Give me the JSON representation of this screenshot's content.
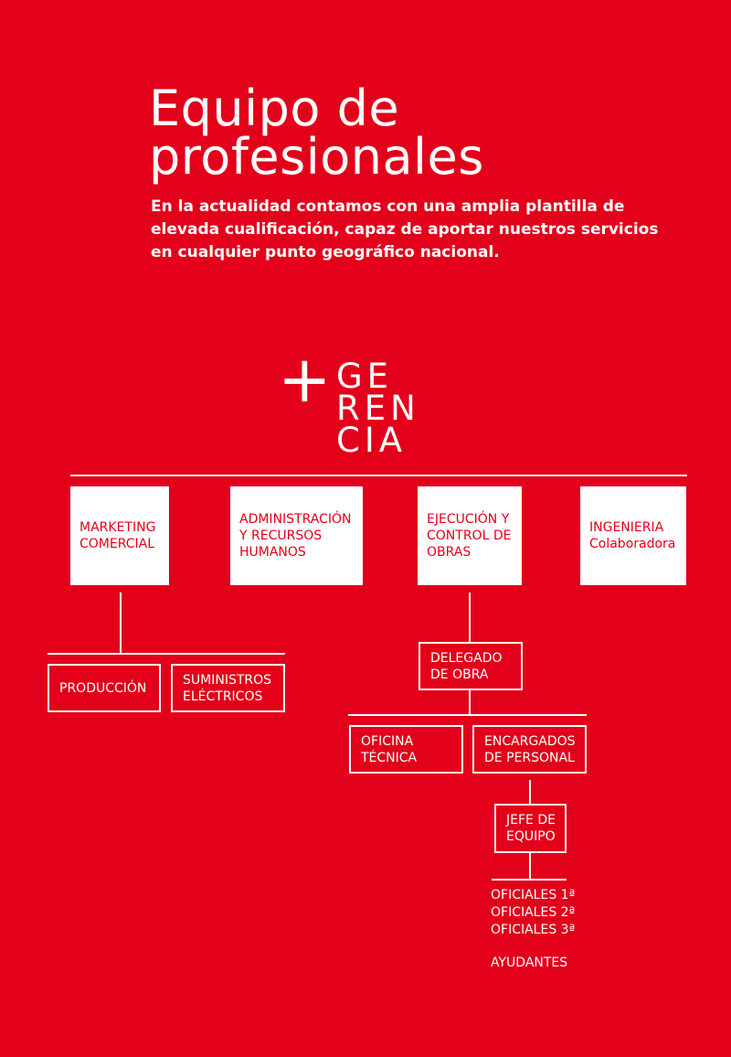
{
  "header": {
    "title_lines": [
      "Equipo de",
      "profesionales"
    ],
    "intro_lines": [
      "En la actualidad contamos con una amplia plantilla de",
      "elevada cualificación, capaz de aportar nuestros servicios",
      "en cualquier punto geográfico nacional."
    ]
  },
  "logo": {
    "plus": "+",
    "word_lines": [
      "GE",
      "REN",
      "CIA"
    ]
  },
  "departments": [
    {
      "lines": [
        "MARKETING",
        "COMERCIAL"
      ]
    },
    {
      "lines": [
        "ADMINISTRACIÓN",
        "Y RECURSOS",
        "HUMANOS"
      ]
    },
    {
      "lines": [
        "EJECUCIÓN Y",
        "CONTROL DE",
        "OBRAS"
      ]
    },
    {
      "lines": [
        "INGENIERIA",
        "Colaboradora"
      ]
    }
  ],
  "marketing_children": [
    {
      "lines": [
        "PRODUCCIÓN"
      ]
    },
    {
      "lines": [
        "SUMINISTROS",
        "ELÉCTRICOS"
      ]
    }
  ],
  "delegado": {
    "lines": [
      "DELEGADO",
      "DE OBRA"
    ]
  },
  "delegado_children": [
    {
      "lines": [
        "OFICINA",
        "TÉCNICA"
      ]
    },
    {
      "lines": [
        "ENCARGADOS",
        "DE PERSONAL"
      ]
    }
  ],
  "jefe": {
    "lines": [
      "JEFE DE",
      "EQUIPO"
    ]
  },
  "roles": [
    "OFICIALES 1ª",
    "OFICIALES 2ª",
    "OFICIALES 3ª",
    "AYUDANTES"
  ],
  "colors": {
    "background": "#e2001a",
    "foreground": "#ffffff"
  }
}
